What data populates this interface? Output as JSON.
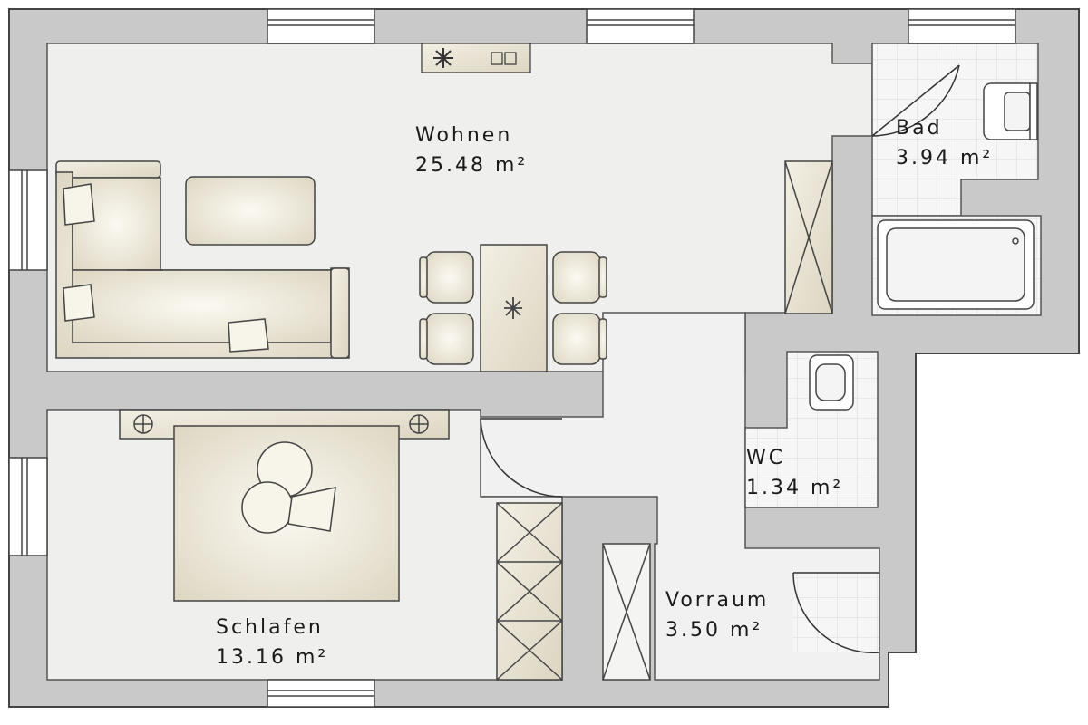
{
  "colors": {
    "wall": "#c9c9c9",
    "floor": "#f1f1ef",
    "tile": "#f4f4f4",
    "furniture": "#e6e0cf",
    "line": "#3a3a3a"
  },
  "rooms": {
    "wohnen": {
      "name": "Wohnen",
      "area": "25.48 m²"
    },
    "bad": {
      "name": "Bad",
      "area": "3.94 m²"
    },
    "wc": {
      "name": "WC",
      "area": "1.34 m²"
    },
    "schlafen": {
      "name": "Schlafen",
      "area": "13.16 m²"
    },
    "vorraum": {
      "name": "Vorraum",
      "area": "3.50 m²"
    }
  },
  "icons": [
    "window-icon",
    "door-swing-icon",
    "sofa-icon",
    "table-icon",
    "chair-icon",
    "bed-icon",
    "wardrobe-icon",
    "bathtub-icon",
    "sink-icon",
    "toilet-icon",
    "tv-sideboard-icon",
    "lamp-icon",
    "plant-icon"
  ]
}
